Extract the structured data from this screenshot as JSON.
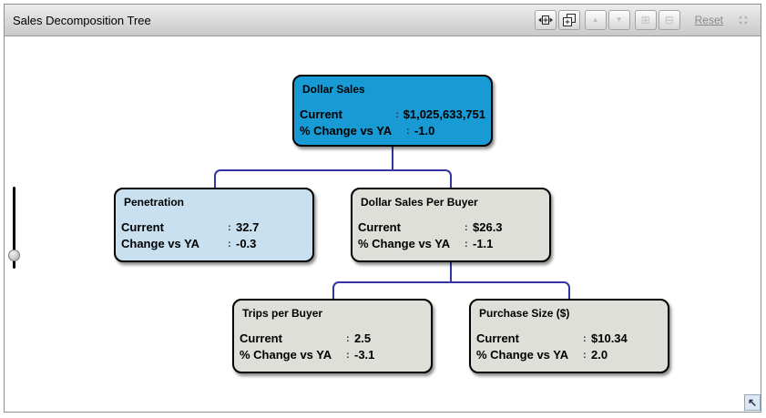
{
  "window": {
    "title": "Sales Decomposition Tree"
  },
  "toolbar": {
    "reset_label": "Reset",
    "buttons": [
      {
        "icon": "expand-width-icon",
        "enabled": true
      },
      {
        "icon": "expand-all-nodes-icon",
        "enabled": true
      },
      {
        "icon": "collapse-level-up-icon",
        "enabled": false
      },
      {
        "icon": "expand-level-down-icon",
        "enabled": false
      },
      {
        "icon": "zoom-in-icon",
        "enabled": false
      },
      {
        "icon": "zoom-out-icon",
        "enabled": false
      }
    ]
  },
  "icons": {
    "up_arrow": "▲",
    "down_arrow": "▼",
    "zoom_in": "⊞",
    "zoom_out": "⊟",
    "navigate_up_left": "↖"
  },
  "punct": {
    "colon": ":"
  },
  "colors": {
    "root_node": "#189ad4",
    "highlight_node": "#c8e0ef",
    "default_node": "#dddfd8",
    "connector": "#3434a4",
    "header_gradient_top": "#ededed",
    "header_gradient_bottom": "#c9c9c9"
  },
  "tree": {
    "nodes": [
      {
        "title": "Dollar Sales",
        "rows": [
          {
            "label": "Current",
            "value": "$1,025,633,751"
          },
          {
            "label": "% Change vs YA",
            "value": "-1.0"
          }
        ]
      },
      {
        "title": "Penetration",
        "rows": [
          {
            "label": "Current",
            "value": "32.7"
          },
          {
            "label": "Change vs YA",
            "value": "-0.3"
          }
        ]
      },
      {
        "title": "Dollar Sales Per Buyer",
        "rows": [
          {
            "label": "Current",
            "value": "$26.3"
          },
          {
            "label": "% Change vs YA",
            "value": "-1.1"
          }
        ]
      },
      {
        "title": "Trips per Buyer",
        "rows": [
          {
            "label": "Current",
            "value": "2.5"
          },
          {
            "label": "% Change vs YA",
            "value": "-3.1"
          }
        ]
      },
      {
        "title": "Purchase Size ($)",
        "rows": [
          {
            "label": "Current",
            "value": "$10.34"
          },
          {
            "label": "% Change vs YA",
            "value": "2.0"
          }
        ]
      }
    ]
  }
}
